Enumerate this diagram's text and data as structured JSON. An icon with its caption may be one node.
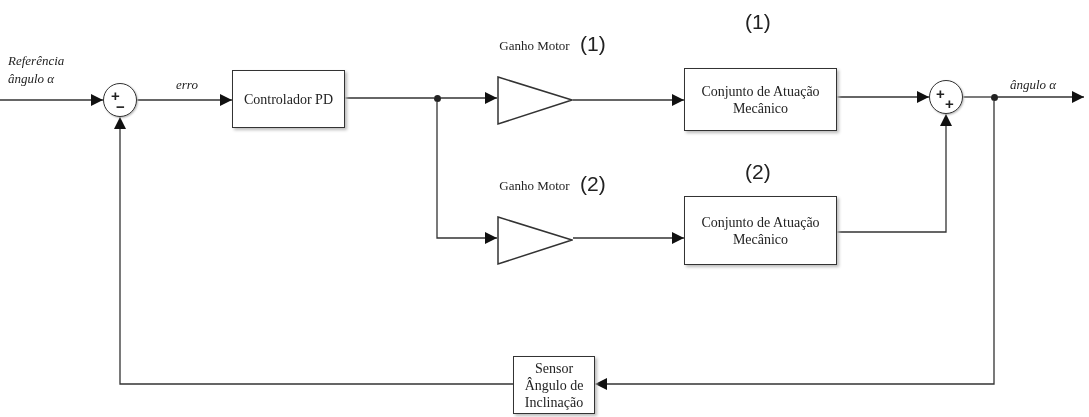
{
  "diagram": {
    "nodes": [
      {
        "text": [
          "+",
          "−"
        ]
      },
      {
        "text": [
          "Controlador PD"
        ]
      },
      {
        "text": [],
        "shape": "circle"
      },
      {
        "text": [
          "Ganho Motor"
        ],
        "beside": [
          "(1)"
        ]
      },
      {
        "text": [
          "Conjunto de Atuação Mecânico"
        ],
        "beside": [
          "(1)"
        ]
      },
      {
        "text": [
          "Ganho Motor"
        ],
        "beside": [
          "(2)"
        ]
      },
      {
        "text": [
          "Conjunto de Atuação Mecânico"
        ],
        "beside": [
          "(2)"
        ]
      },
      {
        "text": [
          "+",
          "+"
        ]
      },
      {
        "text": [],
        "shape": "circle"
      },
      {
        "text": [
          "Sensor Ângulo de Inclinação"
        ]
      }
    ],
    "edges": [
      {
        "from": null,
        "to": 0,
        "arrow": "to",
        "label": "Referência ângulo α"
      },
      {
        "from": 0,
        "to": 1,
        "arrow": "to",
        "label": "erro"
      },
      {
        "from": 1,
        "to": 2,
        "arrow": "none"
      },
      {
        "from": 2,
        "to": 3,
        "arrow": "to"
      },
      {
        "from": 3,
        "to": 4,
        "arrow": "to"
      },
      {
        "from": 4,
        "to": 7,
        "arrow": "to"
      },
      {
        "from": 2,
        "to": 5,
        "arrow": "to"
      },
      {
        "from": 5,
        "to": 6,
        "arrow": "to"
      },
      {
        "from": 6,
        "to": 7,
        "arrow": "to"
      },
      {
        "from": 7,
        "to": 8,
        "arrow": "none"
      },
      {
        "from": 8,
        "to": null,
        "arrow": "to",
        "label": "ângulo α"
      },
      {
        "from": 8,
        "to": 9,
        "arrow": "to"
      },
      {
        "from": 9,
        "to": 0,
        "arrow": "to"
      }
    ]
  }
}
